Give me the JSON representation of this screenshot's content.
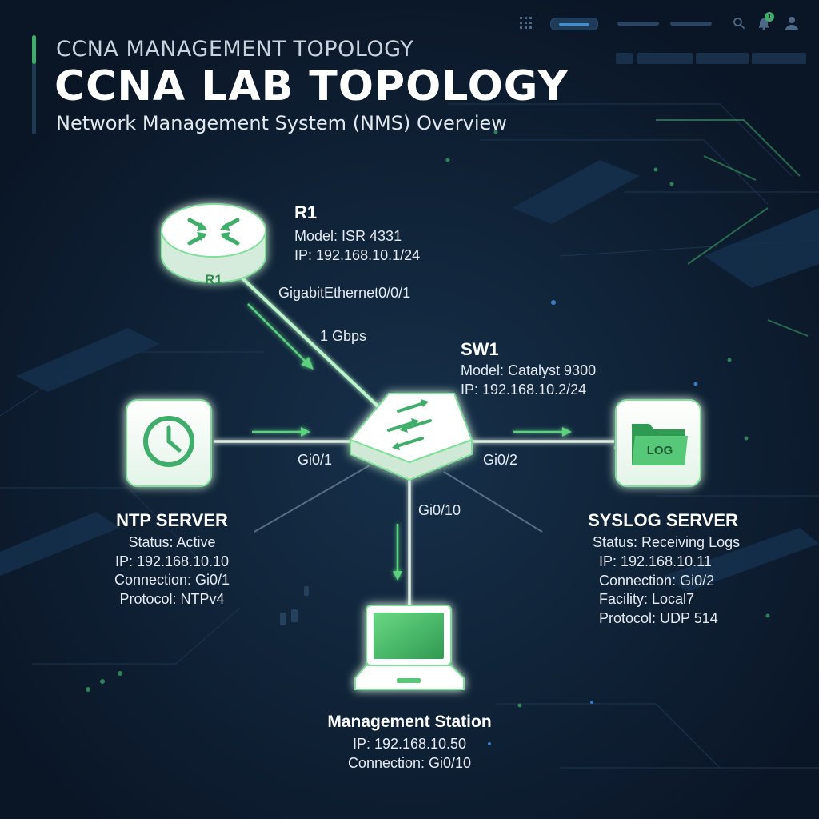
{
  "header": {
    "kicker": "CCNA MANAGEMENT TOPOLOGY",
    "title": "CCNA LAB TOPOLOGY",
    "subtitle": "Network Management System (NMS) Overview"
  },
  "topbar": {
    "notification_count": "1",
    "icons": [
      "grid-icon",
      "search-icon",
      "bell-icon",
      "user-icon"
    ]
  },
  "colors": {
    "background": "#0c1a2c",
    "accent": "#3fae6a",
    "link": "#b9f5c8"
  },
  "devices": {
    "r1": {
      "icon_label": "R1",
      "name": "R1",
      "model": "Model: ISR 4331",
      "ip": "IP: 192.168.10.1/24"
    },
    "sw1": {
      "name": "SW1",
      "model": "Model: Catalyst 9300",
      "ip": "IP: 192.168.10.2/24"
    },
    "ntp": {
      "name": "NTP SERVER",
      "status": "Status: Active",
      "ip": "IP: 192.168.10.10",
      "connection": "Connection: Gi0/1",
      "protocol": "Protocol: NTPv4"
    },
    "syslog": {
      "icon_label": "LOG",
      "name": "SYSLOG SERVER",
      "status": "Status: Receiving Logs",
      "ip": "IP: 192.168.10.11",
      "connection": "Connection: Gi0/2",
      "facility": "Facility: Local7",
      "protocol": "Protocol: UDP 514"
    },
    "mgmt": {
      "name": "Management Station",
      "ip": "IP: 192.168.10.50",
      "connection": "Connection: Gi0/10"
    }
  },
  "links": {
    "r1_sw1": {
      "interface": "GigabitEthernet0/0/1",
      "speed": "1 Gbps"
    },
    "ntp_sw1": {
      "interface": "Gi0/1"
    },
    "sw1_syslog": {
      "interface": "Gi0/2"
    },
    "sw1_mgmt": {
      "interface": "Gi0/10"
    }
  }
}
